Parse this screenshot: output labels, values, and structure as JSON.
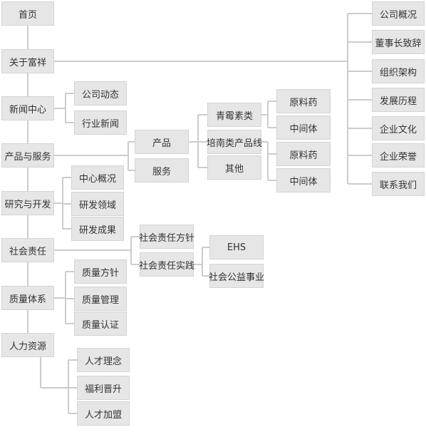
{
  "sitemap": {
    "main": [
      {
        "id": "home",
        "label": "首页"
      },
      {
        "id": "about",
        "label": "关于富祥"
      },
      {
        "id": "news",
        "label": "新闻中心"
      },
      {
        "id": "products-services",
        "label": "产品与服务"
      },
      {
        "id": "research",
        "label": "研究与开发"
      },
      {
        "id": "social-responsibility",
        "label": "社会责任"
      },
      {
        "id": "quality",
        "label": "质量体系"
      },
      {
        "id": "hr",
        "label": "人力资源"
      }
    ],
    "about_children": [
      {
        "id": "company-overview",
        "label": "公司概况"
      },
      {
        "id": "chairman-message",
        "label": "董事长致辞"
      },
      {
        "id": "org-structure",
        "label": "组织架构"
      },
      {
        "id": "history",
        "label": "发展历程"
      },
      {
        "id": "corporate-culture",
        "label": "企业文化"
      },
      {
        "id": "corporate-honors",
        "label": "企业荣誉"
      },
      {
        "id": "contact-us",
        "label": "联系我们"
      }
    ],
    "news_children": [
      {
        "id": "company-news",
        "label": "公司动态"
      },
      {
        "id": "industry-news",
        "label": "行业新闻"
      }
    ],
    "products_children": [
      {
        "id": "product",
        "label": "产品"
      },
      {
        "id": "service",
        "label": "服务"
      }
    ],
    "product_categories": [
      {
        "id": "penicillin",
        "label": "青霉素类"
      },
      {
        "id": "cephalosporin-line",
        "label": "培南类产品线"
      },
      {
        "id": "other",
        "label": "其他"
      }
    ],
    "penicillin_children": [
      {
        "id": "penicillin-api",
        "label": "原料药"
      },
      {
        "id": "penicillin-intermediate",
        "label": "中间体"
      }
    ],
    "cephalosporin_children": [
      {
        "id": "cephalosporin-api",
        "label": "原料药"
      },
      {
        "id": "cephalosporin-intermediate",
        "label": "中间体"
      }
    ],
    "research_children": [
      {
        "id": "rd-center",
        "label": "中心概况"
      },
      {
        "id": "rd-fields",
        "label": "研发领域"
      },
      {
        "id": "rd-results",
        "label": "研发成果"
      }
    ],
    "social_children": [
      {
        "id": "csr-policy",
        "label": "社会责任方针"
      },
      {
        "id": "csr-practice",
        "label": "社会责任实践"
      }
    ],
    "csr_practice_children": [
      {
        "id": "ehs",
        "label": "EHS"
      },
      {
        "id": "public-welfare",
        "label": "社会公益事业"
      }
    ],
    "quality_children": [
      {
        "id": "quality-policy",
        "label": "质量方针"
      },
      {
        "id": "quality-management",
        "label": "质量管理"
      },
      {
        "id": "quality-certification",
        "label": "质量认证"
      }
    ],
    "hr_children": [
      {
        "id": "talent-philosophy",
        "label": "人才理念"
      },
      {
        "id": "benefits-promotion",
        "label": "福利晋升"
      },
      {
        "id": "join-us",
        "label": "人才加盟"
      }
    ]
  },
  "colors": {
    "box": "#e6e6e6",
    "border": "#d4d4d4",
    "line": "#cccccc",
    "text": "#333333"
  }
}
